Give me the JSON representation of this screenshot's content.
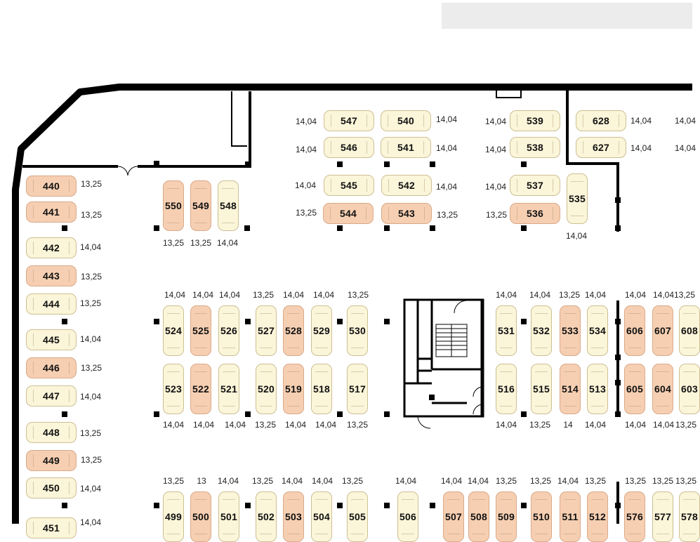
{
  "colors": {
    "available": "#fbf5d9",
    "highlighted": "#f6cfb2",
    "walls": "#000000"
  },
  "spots": [
    {
      "id": "547",
      "color": "cream"
    },
    {
      "id": "540",
      "color": "cream"
    },
    {
      "id": "539",
      "color": "cream"
    },
    {
      "id": "628",
      "color": "cream"
    },
    {
      "id": "546",
      "color": "cream"
    },
    {
      "id": "541",
      "color": "cream"
    },
    {
      "id": "538",
      "color": "cream"
    },
    {
      "id": "627",
      "color": "cream"
    },
    {
      "id": "545",
      "color": "cream"
    },
    {
      "id": "542",
      "color": "cream"
    },
    {
      "id": "537",
      "color": "cream"
    },
    {
      "id": "535",
      "color": "cream"
    },
    {
      "id": "544",
      "color": "peach"
    },
    {
      "id": "543",
      "color": "peach"
    },
    {
      "id": "536",
      "color": "peach"
    },
    {
      "id": "550",
      "color": "peach"
    },
    {
      "id": "549",
      "color": "peach"
    },
    {
      "id": "548",
      "color": "cream"
    },
    {
      "id": "440",
      "color": "peach"
    },
    {
      "id": "441",
      "color": "peach"
    },
    {
      "id": "442",
      "color": "cream"
    },
    {
      "id": "443",
      "color": "peach"
    },
    {
      "id": "444",
      "color": "cream"
    },
    {
      "id": "445",
      "color": "cream"
    },
    {
      "id": "446",
      "color": "peach"
    },
    {
      "id": "447",
      "color": "cream"
    },
    {
      "id": "448",
      "color": "cream"
    },
    {
      "id": "449",
      "color": "peach"
    },
    {
      "id": "450",
      "color": "cream"
    },
    {
      "id": "451",
      "color": "cream"
    },
    {
      "id": "524",
      "color": "cream"
    },
    {
      "id": "525",
      "color": "peach"
    },
    {
      "id": "526",
      "color": "cream"
    },
    {
      "id": "527",
      "color": "cream"
    },
    {
      "id": "528",
      "color": "peach"
    },
    {
      "id": "529",
      "color": "cream"
    },
    {
      "id": "530",
      "color": "cream"
    },
    {
      "id": "523",
      "color": "cream"
    },
    {
      "id": "522",
      "color": "peach"
    },
    {
      "id": "521",
      "color": "cream"
    },
    {
      "id": "520",
      "color": "cream"
    },
    {
      "id": "519",
      "color": "peach"
    },
    {
      "id": "518",
      "color": "cream"
    },
    {
      "id": "517",
      "color": "cream"
    },
    {
      "id": "531",
      "color": "cream"
    },
    {
      "id": "532",
      "color": "cream"
    },
    {
      "id": "533",
      "color": "peach"
    },
    {
      "id": "534",
      "color": "cream"
    },
    {
      "id": "606",
      "color": "peach"
    },
    {
      "id": "607",
      "color": "peach"
    },
    {
      "id": "608",
      "color": "cream"
    },
    {
      "id": "516",
      "color": "cream"
    },
    {
      "id": "515",
      "color": "cream"
    },
    {
      "id": "514",
      "color": "peach"
    },
    {
      "id": "513",
      "color": "cream"
    },
    {
      "id": "605",
      "color": "peach"
    },
    {
      "id": "604",
      "color": "peach"
    },
    {
      "id": "603",
      "color": "cream"
    },
    {
      "id": "499",
      "color": "cream"
    },
    {
      "id": "500",
      "color": "peach"
    },
    {
      "id": "501",
      "color": "cream"
    },
    {
      "id": "502",
      "color": "cream"
    },
    {
      "id": "503",
      "color": "peach"
    },
    {
      "id": "504",
      "color": "cream"
    },
    {
      "id": "505",
      "color": "cream"
    },
    {
      "id": "506",
      "color": "cream"
    },
    {
      "id": "507",
      "color": "peach"
    },
    {
      "id": "508",
      "color": "peach"
    },
    {
      "id": "509",
      "color": "peach"
    },
    {
      "id": "510",
      "color": "peach"
    },
    {
      "id": "511",
      "color": "peach"
    },
    {
      "id": "512",
      "color": "peach"
    },
    {
      "id": "576",
      "color": "peach"
    },
    {
      "id": "577",
      "color": "cream"
    },
    {
      "id": "578",
      "color": "cream"
    }
  ],
  "areas": [
    "14,04",
    "14,04",
    "14,04",
    "14,04",
    "14,04",
    "14,04",
    "14,04",
    "14,04",
    "14,04",
    "14,04",
    "14,04",
    "14,04",
    "14,04",
    "14,04",
    "13,25",
    "13,25",
    "13,25",
    "14,04",
    "13,25",
    "13,25",
    "13,25",
    "13,25",
    "13,25",
    "13,25",
    "14,04",
    "13,25",
    "14,04",
    "14,04",
    "13,25",
    "14,04",
    "14,04",
    "13,25",
    "14,04",
    "14,04",
    "14,04",
    "13,25",
    "14,04",
    "14,04",
    "13,25",
    "14,04",
    "14,04",
    "14,04",
    "13,25",
    "14,04",
    "14,04",
    "13,25",
    "14,04",
    "14,04",
    "14,04",
    "14,04",
    "13,25",
    "14,04",
    "13,25",
    "13,25",
    "14",
    "14,04",
    "14,04",
    "14,04",
    "14,04",
    "13,25",
    "13,25",
    "13",
    "14,04",
    "13,25",
    "14,04",
    "14,04",
    "13,25",
    "14,04",
    "14,04",
    "14,04",
    "13,25",
    "13,25",
    "14,04",
    "13,25",
    "13,25",
    "13,25",
    "13,25",
    "13,25",
    "13"
  ]
}
